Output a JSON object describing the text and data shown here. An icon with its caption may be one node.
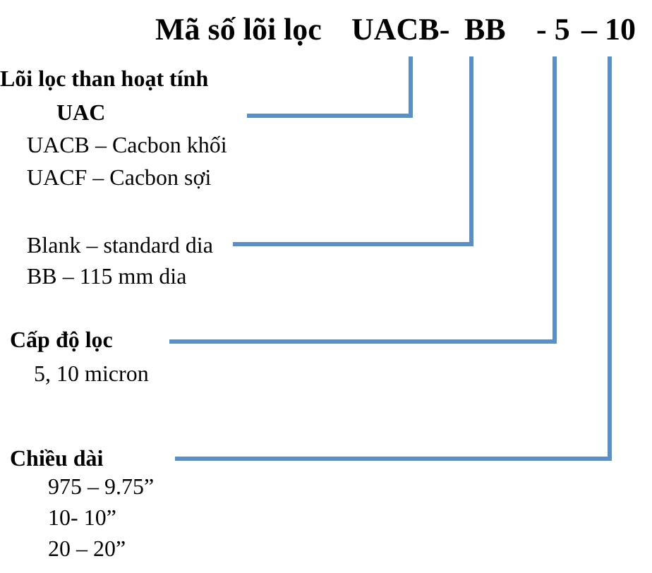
{
  "diagram": {
    "title": "Mã số lõi lọc",
    "nodes": [
      {
        "text": [
          "UACB-"
        ]
      },
      {
        "text": [
          "BB"
        ]
      },
      {
        "text": [
          "- 5"
        ]
      },
      {
        "text": [
          "– 10"
        ]
      },
      {
        "text": [
          "Lõi lọc than hoạt tính",
          "UAC",
          "UACB – Cacbon khối",
          "UACF – Cacbon sợi"
        ]
      },
      {
        "text": [
          "Blank – standard dia",
          "BB – 115 mm dia"
        ]
      },
      {
        "text": [
          "Cấp độ lọc",
          "5, 10 micron"
        ]
      },
      {
        "text": [
          "Chiều dài",
          "975 – 9.75”",
          "10- 10”",
          "20 – 20”"
        ]
      }
    ],
    "edges": [
      {
        "from": 0,
        "to": 4,
        "arrow": "none"
      },
      {
        "from": 1,
        "to": 5,
        "arrow": "none"
      },
      {
        "from": 2,
        "to": 6,
        "arrow": "none"
      },
      {
        "from": 3,
        "to": 7,
        "arrow": "none"
      }
    ]
  }
}
